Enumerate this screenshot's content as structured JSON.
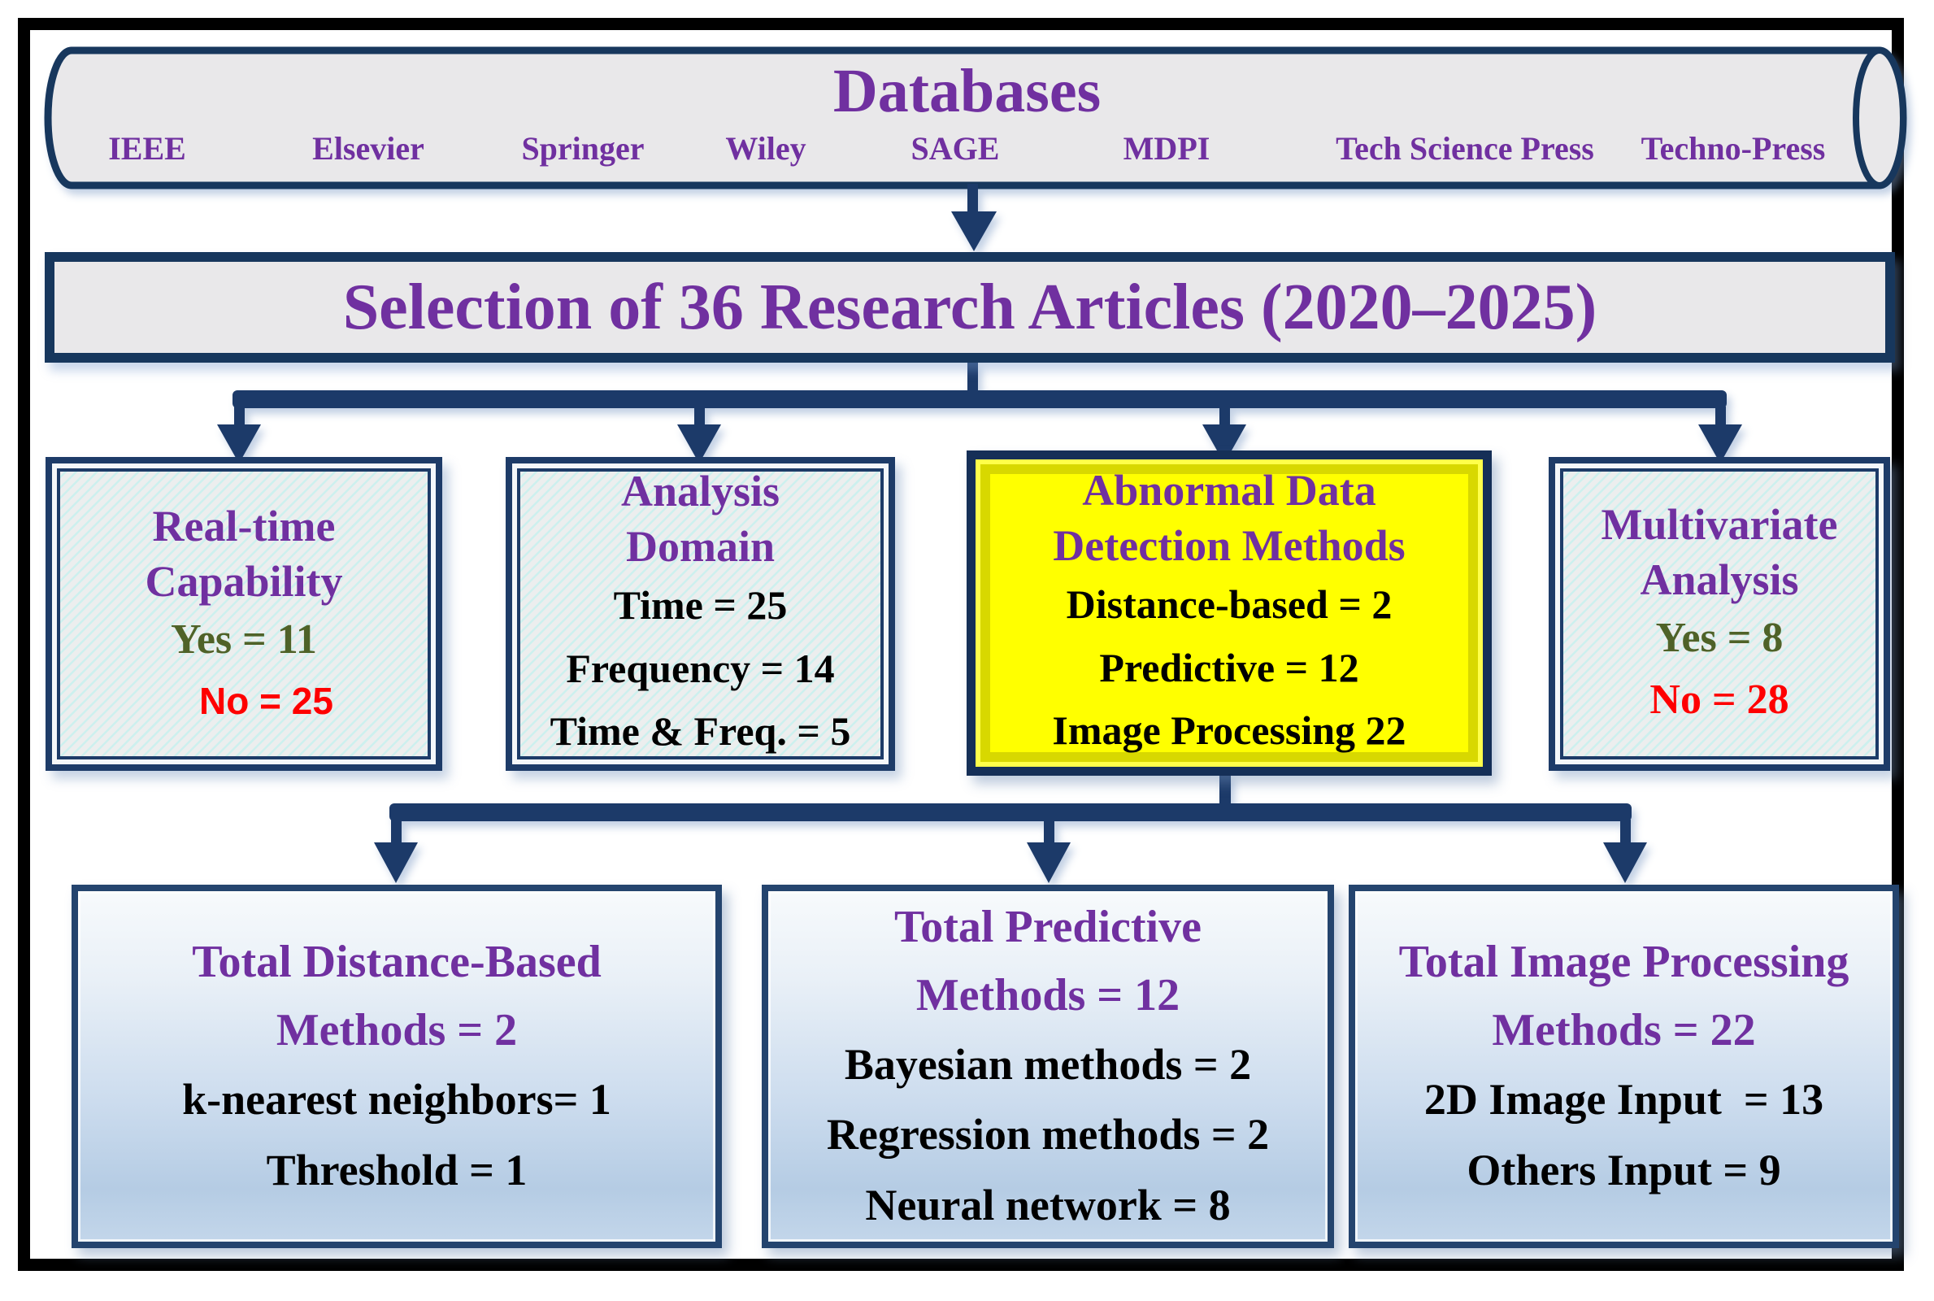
{
  "databases": {
    "title": "Databases",
    "sources": [
      "IEEE",
      "Elsevier",
      "Springer",
      "Wiley",
      "SAGE",
      "MDPI",
      "Tech Science Press",
      "Techno-Press"
    ]
  },
  "selection_banner": "Selection of 36 Research Articles (2020–2025)",
  "filters": {
    "realtime": {
      "title_line1": "Real-time",
      "title_line2": "Capability",
      "yes": "Yes = 11",
      "no": "No = 25"
    },
    "domain": {
      "title_line1": "Analysis",
      "title_line2": "Domain",
      "line1": "Time = 25",
      "line2": "Frequency = 14",
      "line3": "Time & Freq. = 5"
    },
    "abnormal": {
      "title_line1": "Abnormal Data",
      "title_line2": "Detection Methods",
      "line1": "Distance-based = 2",
      "line2": "Predictive = 12",
      "line3": "Image Processing 22"
    },
    "multivariate": {
      "title_line1": "Multivariate",
      "title_line2": "Analysis",
      "yes": "Yes = 8",
      "no": "No = 28"
    }
  },
  "totals": {
    "distance": {
      "title_line1": "Total Distance-Based",
      "title_line2": "Methods = 2",
      "line1": "k-nearest neighbors= 1",
      "line2": "Threshold = 1"
    },
    "predictive": {
      "title_line1": "Total Predictive",
      "title_line2": "Methods = 12",
      "line1": "Bayesian methods = 2",
      "line2": "Regression methods = 2",
      "line3": "Neural network = 8"
    },
    "image": {
      "title_line1": "Total Image Processing",
      "title_line2": "Methods = 22",
      "line1": "2D Image Input  = 13",
      "line2": "Others Input = 9"
    }
  },
  "colors": {
    "navy_border": "#17375d",
    "arrow_navy": "#1c3a69",
    "purple_text": "#7030a0",
    "highlight_yellow": "#ffff00",
    "yes_green": "#4f6228",
    "no_red": "#fe0000",
    "banner_fill": "#e9e8ea",
    "filter_fill": "#eceeee",
    "total_fill_bottom": "#b5cce4"
  }
}
